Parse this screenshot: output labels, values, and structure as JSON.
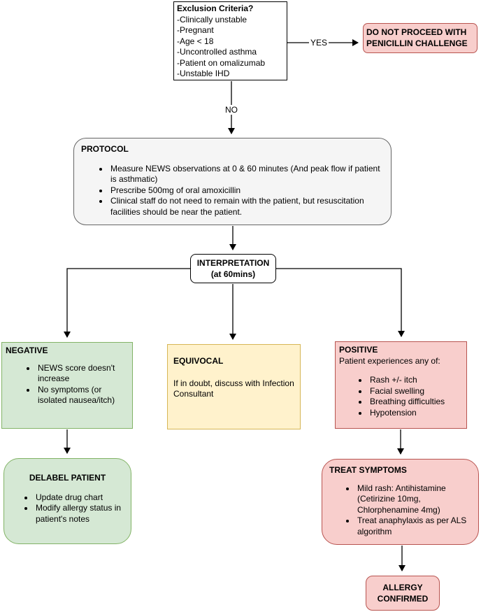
{
  "diagram": {
    "exclusion": {
      "title": "Exclusion Criteria?",
      "lines": [
        "-Clinically unstable",
        "-Pregnant",
        "-Age < 18",
        "-Uncontrolled asthma",
        "-Patient on omalizumab",
        "-Unstable IHD"
      ]
    },
    "do_not_proceed": {
      "title": "DO NOT PROCEED WITH PENICILLIN CHALLENGE"
    },
    "edges": {
      "yes": "YES",
      "no": "NO"
    },
    "protocol": {
      "title": "PROTOCOL",
      "bullets": [
        "Measure NEWS observations at 0 & 60 minutes (And peak flow if patient is asthmatic)",
        "Prescribe 500mg of oral amoxicillin",
        "Clinical staff do not need to remain with the patient, but resuscitation facilities should be near the patient."
      ]
    },
    "interpretation": {
      "title": "INTERPRETATION",
      "subtitle": "(at 60mins)"
    },
    "negative": {
      "title": "NEGATIVE",
      "bullets": [
        "NEWS score doesn't increase",
        "No symptoms (or isolated nausea/itch)"
      ]
    },
    "equivocal": {
      "title": "EQUIVOCAL",
      "body": "If in doubt, discuss with  Infection Consultant"
    },
    "positive": {
      "title": "POSITIVE",
      "subtitle": "Patient experiences any of:",
      "bullets": [
        "Rash +/- itch",
        "Facial swelling",
        "Breathing difficulties",
        "Hypotension"
      ]
    },
    "delabel": {
      "title": "DELABEL PATIENT",
      "bullets": [
        "Update drug chart",
        "Modify allergy status in patient's notes"
      ]
    },
    "treat": {
      "title": "TREAT SYMPTOMS",
      "bullets": [
        "Mild rash: Antihistamine (Cetirizine 10mg, Chlorphenamine 4mg)",
        "Treat anaphylaxis as per ALS algorithm"
      ]
    },
    "allergy_confirmed": {
      "title_line1": "ALLERGY",
      "title_line2": "CONFIRMED"
    }
  },
  "colors": {
    "negative_fill": "#d5e8d4",
    "negative_border": "#82b366",
    "equivocal_fill": "#fff2cc",
    "equivocal_border": "#d6b656",
    "positive_fill": "#f8cecc",
    "positive_border": "#b85450",
    "protocol_fill": "#f5f5f5",
    "protocol_border": "#666666"
  }
}
